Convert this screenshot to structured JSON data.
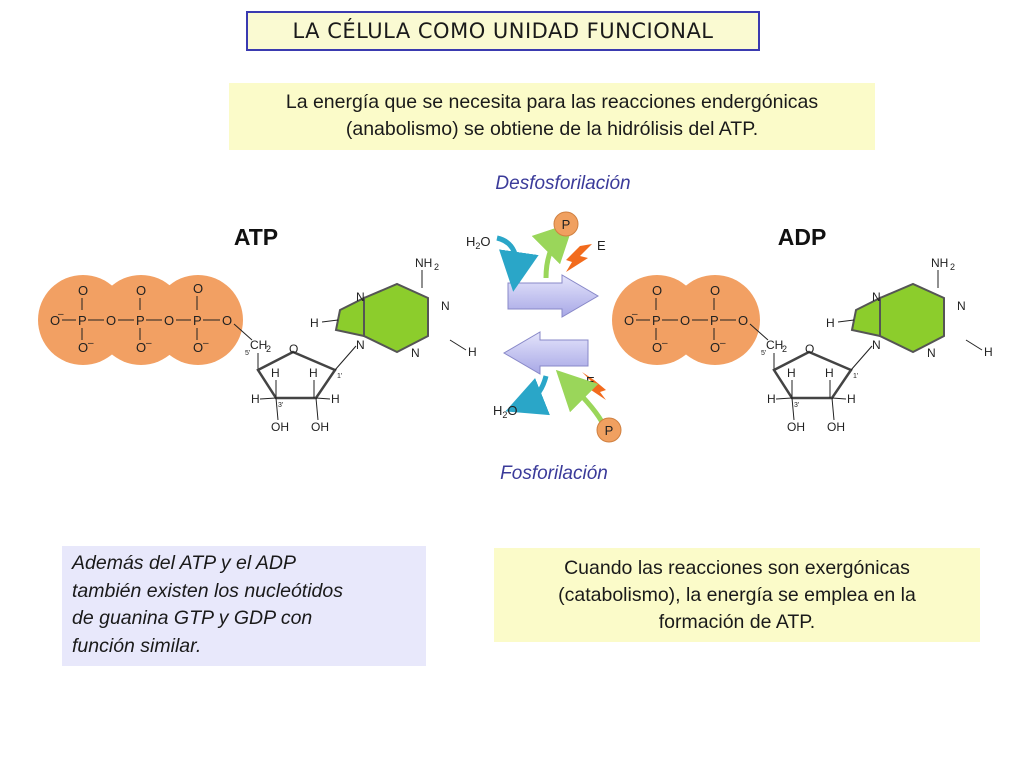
{
  "title": "LA CÉLULA COMO UNIDAD FUNCIONAL",
  "top_text": [
    "La energía que se necesita para las reacciones endergónicas",
    "(anabolismo) se obtiene de la hidrólisis del ATP."
  ],
  "diagram": {
    "top_label": "Desfosforilación",
    "bottom_label": "Fosforilación",
    "left_molecule": "ATP",
    "right_molecule": "ADP",
    "phosphate": "P",
    "energy": "E"
  },
  "left_text": [
    "Además del ATP y el ADP",
    "también existen los nucleótidos",
    "de guanina GTP y GDP con",
    "función similar."
  ],
  "right_text": [
    "Cuando las reacciones son exergónicas",
    "(catabolismo), la energía se emplea en la",
    "formación de ATP."
  ],
  "colors": {
    "phosphate_circle": "#f2a063",
    "base_green": "#8ccd2c",
    "arrow_blue": "#c4c4f0",
    "label_blue": "#3b3b9a"
  }
}
